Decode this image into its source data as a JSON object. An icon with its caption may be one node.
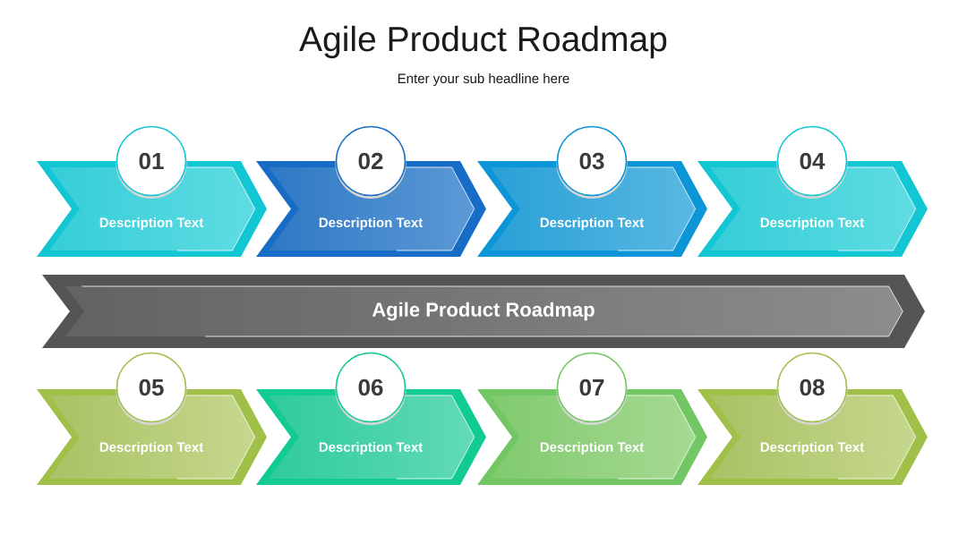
{
  "diagram": {
    "title": "Agile Product Roadmap",
    "nodes": [
      {
        "text": [
          "01"
        ]
      },
      {
        "text": [
          "Description Text"
        ]
      },
      {
        "text": [
          "02"
        ]
      },
      {
        "text": [
          "Description Text"
        ]
      },
      {
        "text": [
          "03"
        ]
      },
      {
        "text": [
          "Description Text"
        ]
      },
      {
        "text": [
          "04"
        ]
      },
      {
        "text": [
          "Description Text"
        ]
      },
      {
        "text": [
          "Agile Product Roadmap"
        ]
      },
      {
        "text": [
          "05"
        ]
      },
      {
        "text": [
          "Description Text"
        ]
      },
      {
        "text": [
          "06"
        ]
      },
      {
        "text": [
          "Description Text"
        ]
      },
      {
        "text": [
          "07"
        ]
      },
      {
        "text": [
          "Description Text"
        ]
      },
      {
        "text": [
          "08"
        ]
      },
      {
        "text": [
          "Description Text"
        ]
      }
    ],
    "labels": [
      "Enter your sub headline here"
    ]
  }
}
